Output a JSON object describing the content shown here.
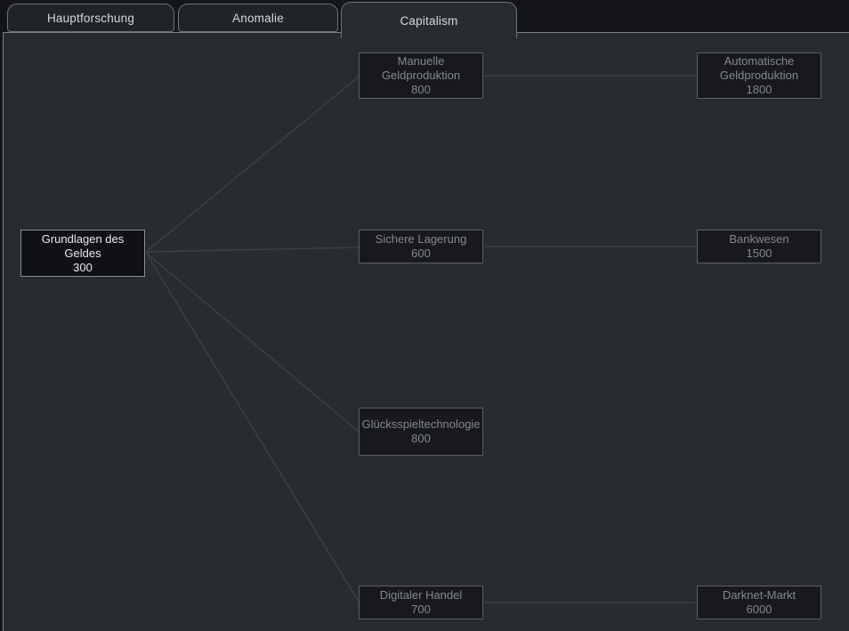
{
  "tabs": [
    {
      "label": "Hauptforschung",
      "active": false
    },
    {
      "label": "Anomalie",
      "active": false
    },
    {
      "label": "Capitalism",
      "active": true
    }
  ],
  "tree": {
    "nodes": [
      {
        "id": "grundlagen",
        "title": "Grundlagen des Geldes",
        "cost": "300",
        "state": "selected"
      },
      {
        "id": "manuelle",
        "title": "Manuelle Geldproduktion",
        "cost": "800",
        "state": "normal"
      },
      {
        "id": "automatische",
        "title": "Automatische Geldproduktion",
        "cost": "1800",
        "state": "normal"
      },
      {
        "id": "sichere",
        "title": "Sichere Lagerung",
        "cost": "600",
        "state": "normal"
      },
      {
        "id": "bankwesen",
        "title": "Bankwesen",
        "cost": "1500",
        "state": "normal"
      },
      {
        "id": "gluecksspiel",
        "title": "Glücksspieltechnologie",
        "cost": "800",
        "state": "normal"
      },
      {
        "id": "digitaler",
        "title": "Digitaler Handel",
        "cost": "700",
        "state": "normal"
      },
      {
        "id": "darknet",
        "title": "Darknet-Markt",
        "cost": "6000",
        "state": "normal"
      }
    ],
    "connections": [
      {
        "from": "grundlagen",
        "to": "manuelle"
      },
      {
        "from": "grundlagen",
        "to": "sichere"
      },
      {
        "from": "grundlagen",
        "to": "gluecksspiel"
      },
      {
        "from": "grundlagen",
        "to": "digitaler"
      },
      {
        "from": "manuelle",
        "to": "automatische"
      },
      {
        "from": "sichere",
        "to": "bankwesen"
      },
      {
        "from": "digitaler",
        "to": "darknet"
      }
    ]
  },
  "colors": {
    "panel_bg": "#292c2e",
    "node_bg": "#17191c",
    "selected_node_bg": "#0f1114",
    "line": "#3c4044",
    "border": "#6e7376"
  }
}
